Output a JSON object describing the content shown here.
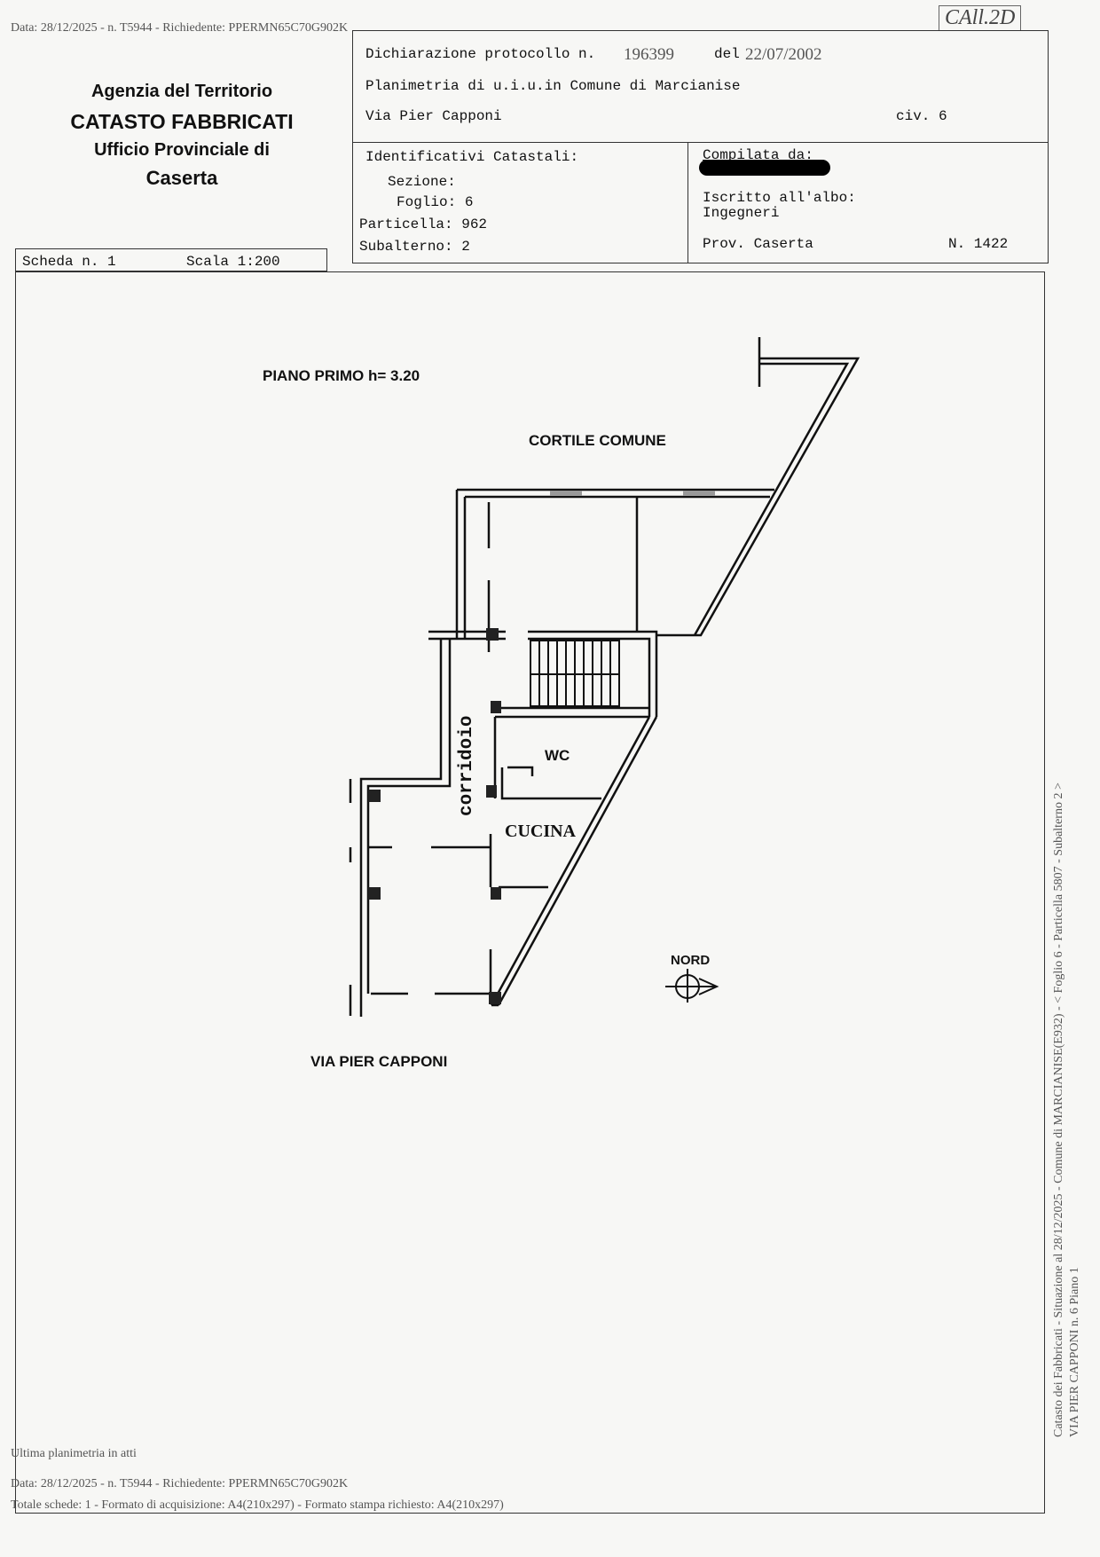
{
  "top_stamp": "Data: 28/12/2025 - n. T5944 - Richiedente: PPERMN65C70G902K",
  "corner_mark": "CAll.2D",
  "agency": {
    "line1": "Agenzia del Territorio",
    "line2": "CATASTO FABBRICATI",
    "line3": "Ufficio Provinciale di",
    "line4": "Caserta"
  },
  "header": {
    "protocol_label": "Dichiarazione protocollo n.",
    "protocol_number": "196399",
    "date_label": "del",
    "date_value": "22/07/2002",
    "plan_line": "Planimetria di u.i.u.in Comune di Marcianise",
    "street": "Via Pier Capponi",
    "civic": "civ. 6"
  },
  "identifiers": {
    "title": "Identificativi Catastali:",
    "sezione": "Sezione:",
    "foglio": "Foglio: 6",
    "particella": "Particella: 962",
    "subalterno": "Subalterno: 2"
  },
  "compiler": {
    "title": "Compilata da:",
    "albo": "Iscritto all'albo:",
    "profession": "Ingegneri",
    "province": "Prov. Caserta",
    "number": "N. 1422"
  },
  "sheet": {
    "scheda": "Scheda n. 1",
    "scala": "Scala 1:200"
  },
  "plan": {
    "floor": "PIANO PRIMO h= 3.20",
    "courtyard": "CORTILE COMUNE",
    "corridor": "corridoio",
    "wc": "WC",
    "kitchen": "CUCINA",
    "north": "NORD",
    "street": "VIA PIER CAPPONI"
  },
  "side_text": {
    "line1": "Catasto dei Fabbricati - Situazione al 28/12/2025 - Comune di MARCIANISE(E932) - < Foglio 6 - Particella 5807 - Subalterno 2 >",
    "line2": "VIA PIER CAPPONI n. 6 Piano 1"
  },
  "footer": {
    "line1": "Ultima planimetria in atti",
    "line2": "Data: 28/12/2025 - n. T5944 - Richiedente: PPERMN65C70G902K",
    "line3": "Totale schede: 1 - Formato di acquisizione: A4(210x297)  - Formato stampa richiesto: A4(210x297)"
  }
}
